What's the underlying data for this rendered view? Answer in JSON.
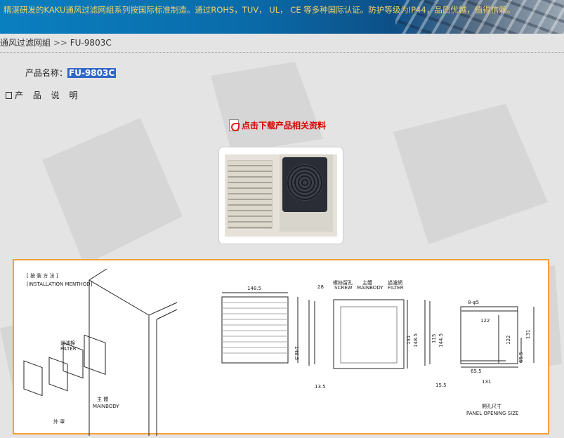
{
  "header": {
    "slogan": "精湛研发的KAKU通风过滤网組系列按国际标准制造。通过ROHS，TUV， UL， CE 等多种国际认证。防护等级为IP44，品质优越，值得信赖。"
  },
  "breadcrumb": {
    "parent": "通风过滤网組",
    "sep": ">>",
    "current": "FU-9803C"
  },
  "product": {
    "name_label": "产品名称：",
    "name_value": "FU-9803C",
    "desc_label": "产 品 说 明"
  },
  "download": {
    "label": "点击下载产品相关资料"
  },
  "drawing": {
    "install_title_cn": "[ 按  裝  方  法 ]",
    "install_title_en": "[INSTALLATION MENTHOD]",
    "filter_cn": "過濾棉",
    "filter_en": "FILTER",
    "mainbody_cn": "主 體",
    "mainbody_en": "MAINBODY",
    "cover_cn": "外 罩",
    "dim_width": "148.5",
    "dim_height": "148.5",
    "dim_depth": "28",
    "dim_13": "13.5",
    "screw_cn": "螺絲留孔",
    "screw_en": "SCREW",
    "main_cn": "主體",
    "main_en": "MAINBODY",
    "filt_cn": "過濾網",
    "filt_en": "FILTER",
    "dim_131": "131",
    "dim_1485b": "148.5",
    "dim_115": "115",
    "dim_1445": "144.5",
    "dim_155": "15.5",
    "holes": "8-φ5",
    "p122a": "122",
    "p122b": "122",
    "p131a": "131",
    "p655a": "65.5",
    "p655b": "65.5",
    "p131b": "131",
    "panel_cn": "開孔尺寸",
    "panel_en": "PANEL OPENING SIZE"
  }
}
